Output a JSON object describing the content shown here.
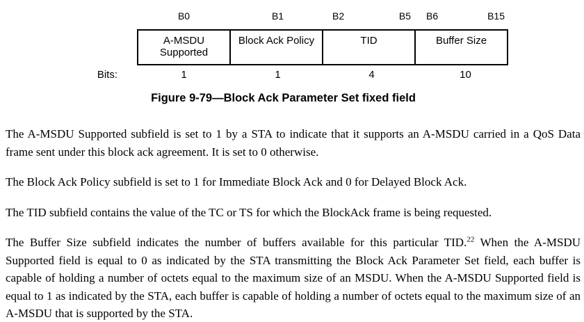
{
  "colors": {
    "text": "#000000",
    "background": "#ffffff",
    "table_border": "#000000"
  },
  "figure": {
    "bits_label": "Bits:",
    "caption": "Figure 9-79—Block Ack Parameter Set fixed field",
    "fields": [
      {
        "bit_start": "B0",
        "bit_end": "",
        "name": "A-MSDU Supported",
        "width_bits": "1"
      },
      {
        "bit_start": "B1",
        "bit_end": "",
        "name": "Block Ack Policy",
        "width_bits": "1"
      },
      {
        "bit_start": "B2",
        "bit_end": "B5",
        "name": "TID",
        "width_bits": "4"
      },
      {
        "bit_start": "B6",
        "bit_end": "B15",
        "name": "Buffer Size",
        "width_bits": "10"
      }
    ]
  },
  "paragraphs": [
    {
      "text": "The A-MSDU Supported subfield is set to 1 by a STA to indicate that it supports an A-MSDU carried in a QoS Data frame sent under this block ack agreement. It is set to 0 otherwise."
    },
    {
      "text": "The Block Ack Policy subfield is set to 1 for Immediate Block Ack and 0 for Delayed Block Ack."
    },
    {
      "text": "The TID subfield contains the value of the TC or TS for which the BlockAck frame is being requested."
    },
    {
      "before": "The Buffer Size subfield indicates the number of buffers available for this particular TID.",
      "footnote": "22",
      "after": " When the A-MSDU Supported field is equal to 0 as indicated by the STA transmitting the Block Ack Parameter Set field, each buffer is capable of holding a number of octets equal to the maximum size of an MSDU. When the A-MSDU Supported field is equal to 1 as indicated by the STA, each buffer is capable of holding a number of octets equal to the maximum size of an A-MSDU that is supported by the STA."
    }
  ]
}
